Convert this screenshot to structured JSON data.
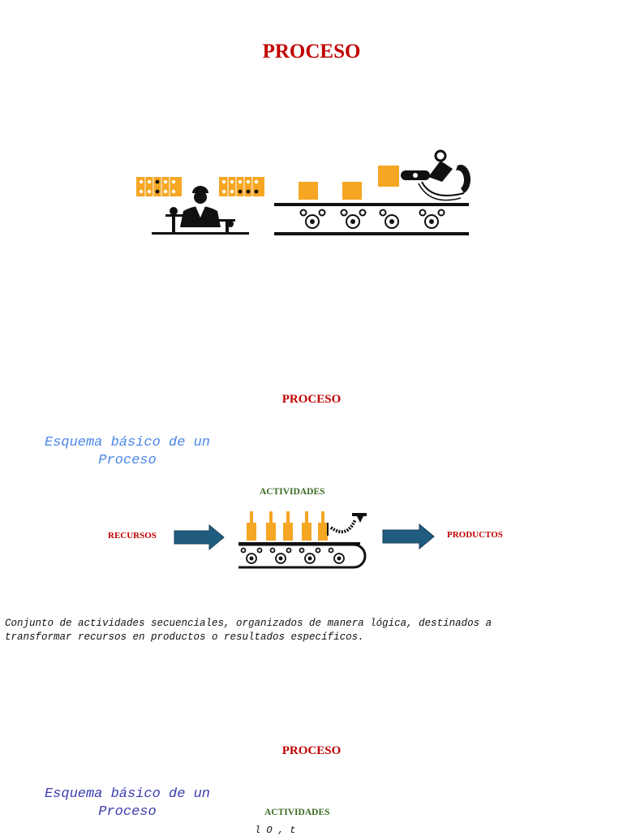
{
  "slide1": {
    "title": "PROCESO",
    "colors": {
      "title": "#c00000",
      "box": "#f5a623",
      "line": "#111111"
    },
    "icons": [
      "factory-worker-icon",
      "conveyor-belt-icon",
      "robot-arm-icon"
    ]
  },
  "slide2": {
    "title": "PROCESO",
    "subtitle_line1": "Esquema básico de un",
    "subtitle_line2": "Proceso",
    "actividades": "ACTIVIDADES",
    "recursos": "RECURSOS",
    "productos": "PRODUCTOS",
    "description_line1": "Conjunto de actividades secuenciales, organizados de manera lógica, destinados a",
    "description_line2": "transformar recursos en productos o resultados específicos.",
    "colors": {
      "subtitle": "#4a86e8",
      "arrow": "#1f5c80",
      "bottle": "#f5a623"
    }
  },
  "slide3": {
    "title": "PROCESO",
    "subtitle_line1": "Esquema básico de un",
    "subtitle_line2": "Proceso",
    "actividades": "ACTIVIDADES",
    "partial_text": "l  O  ,  t",
    "colors": {
      "subtitle": "#3b3bb0"
    }
  }
}
